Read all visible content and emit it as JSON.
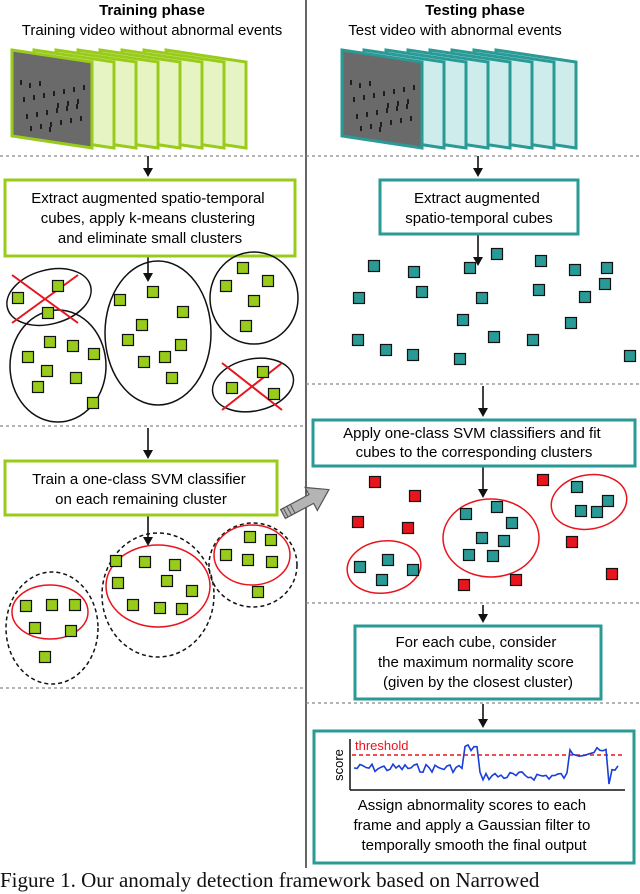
{
  "training": {
    "title": "Training phase",
    "subtitle": "Training video without abnormal events",
    "step1": [
      "Extract augmented spatio-temporal",
      "cubes, apply k-means clustering",
      "and eliminate small clusters"
    ],
    "step2": [
      "Train a one-class SVM classifier",
      "on each remaining cluster"
    ]
  },
  "testing": {
    "title": "Testing phase",
    "subtitle": "Test video with abnormal events",
    "step1": [
      "Extract augmented",
      "spatio-temporal cubes"
    ],
    "step2": [
      "Apply one-class SVM classifiers and fit",
      "cubes to the corresponding clusters"
    ],
    "step3": [
      "For each cube, consider",
      "the maximum normality score",
      "(given by the closest cluster)"
    ],
    "plot_threshold": "threshold",
    "plot_ylabel": "score",
    "step4": [
      "Assign abnormality scores to each",
      "frame and apply a Gaussian filter to",
      "temporally smooth the final output"
    ]
  },
  "caption": "Figure 1. Our anomaly detection framework based on Narrowed",
  "colors": {
    "green": "#99cc1a",
    "green_dark": "#557a00",
    "teal": "#2a9a96",
    "teal_dark": "#1a5a58",
    "red": "#e8141e"
  }
}
